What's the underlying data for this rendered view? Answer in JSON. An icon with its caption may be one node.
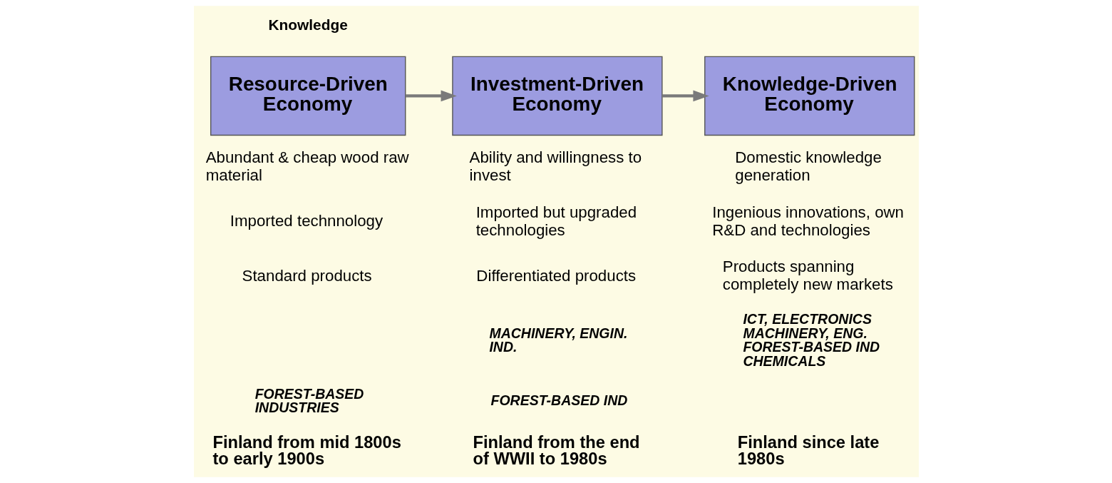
{
  "diagram": {
    "nodes": [
      {
        "text": [
          "Resource-Driven Economy"
        ]
      },
      {
        "text": [
          "Investment-Driven Economy"
        ]
      },
      {
        "text": [
          "Knowledge-Driven Economy"
        ]
      }
    ],
    "edges": [
      {
        "from": 0,
        "to": 1,
        "arrow": "to"
      },
      {
        "from": 1,
        "to": 2,
        "arrow": "to"
      }
    ],
    "labels": [
      "Knowledge",
      "Abundant & cheap wood raw material",
      "Imported technnology",
      "Standard products",
      "FOREST-BASED INDUSTRIES",
      "Finland from mid 1800s to early 1900s",
      "Ability and willingness to invest",
      "Imported but upgraded technologies",
      "Differentiated products",
      "MACHINERY, ENGIN. IND.",
      "FOREST-BASED IND",
      "Finland from the end of WWII to 1980s",
      "Domestic knowledge generation",
      "Ingenious innovations, own R&D and technologies",
      "Products spanning completely new markets",
      "ICT, ELECTRONICS MACHINERY, ENG. FOREST-BASED IND CHEMICALS",
      "Finland since late 1980s"
    ]
  }
}
